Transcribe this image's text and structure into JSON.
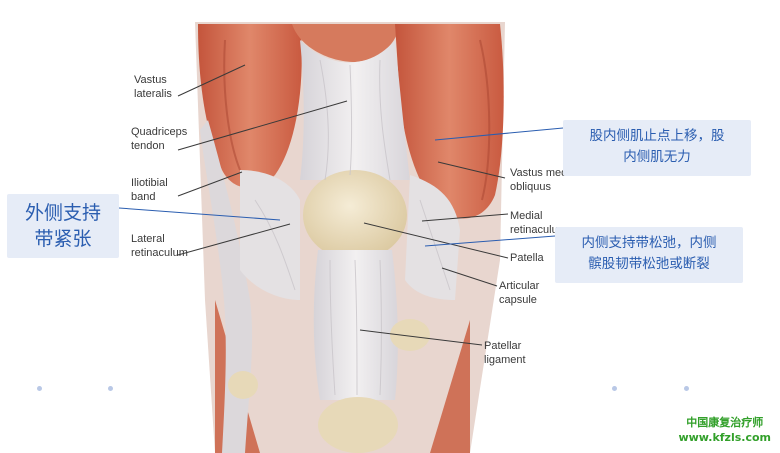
{
  "labels": {
    "vastus_lateralis": "Vastus\nlateralis",
    "quadriceps_tendon": "Quadriceps\ntendon",
    "iliotibial_band": "Iliotibial\nband",
    "lateral_retinaculum": "Lateral\nretinaculum",
    "vastus_medialis_obliquus": "Vastus medialis\nobliquus",
    "medial_retinaculum": "Medial\nretinaculum",
    "patella": "Patella",
    "articular_capsule": "Articular\ncapsule",
    "patellar_ligament": "Patellar\nligament"
  },
  "callouts": {
    "left": "外侧支持\n带紧张",
    "top": "股内侧肌止点上移，股\n内侧肌无力",
    "mid": "内侧支持带松弛，内侧\n髌股韧带松弛或断裂"
  },
  "watermark": {
    "line1": "中国康复治疗师",
    "line2": "www.kfzls.com"
  },
  "colors": {
    "muscle": "#d9785a",
    "muscle_dark": "#b8503a",
    "tendon": "#ece9ea",
    "patella": "#efe3c6",
    "callout_bg": "#e6ecf7",
    "callout_text": "#2a5db0",
    "watermark": "#32a02a"
  }
}
